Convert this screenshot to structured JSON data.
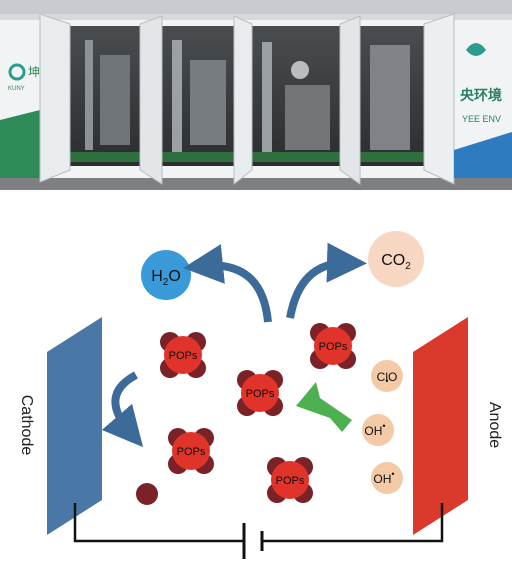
{
  "photo": {
    "logo_text_left": "坤",
    "logo_text_right": "央环境",
    "logo_subtext_right": "YEE ENV",
    "logo_subtext_left": "KUNY"
  },
  "diagram": {
    "cathode_label": "Cathode",
    "anode_label": "Anode",
    "h2o": {
      "main": "H",
      "sub": "2",
      "tail": "O"
    },
    "co2": {
      "main": "CO",
      "sub": "2"
    },
    "pops_label": "POPs",
    "radicals": [
      {
        "main": "ClO",
        "dot": "•"
      },
      {
        "main": "OH",
        "dot": "•"
      },
      {
        "main": "OH",
        "dot": "•"
      }
    ],
    "colors": {
      "cathode": "#4a78a6",
      "anode": "#d93a2b",
      "pops": "#e0332a",
      "pops_lobe": "#7a2228",
      "h2o_bubble": "#3a9ad9",
      "co2_bubble": "#f7d6c2",
      "radical_bubble": "#f3c9a6",
      "arrow_blue": "#3c6b9a",
      "arrow_green": "#4caf50",
      "wire": "#111111"
    }
  }
}
